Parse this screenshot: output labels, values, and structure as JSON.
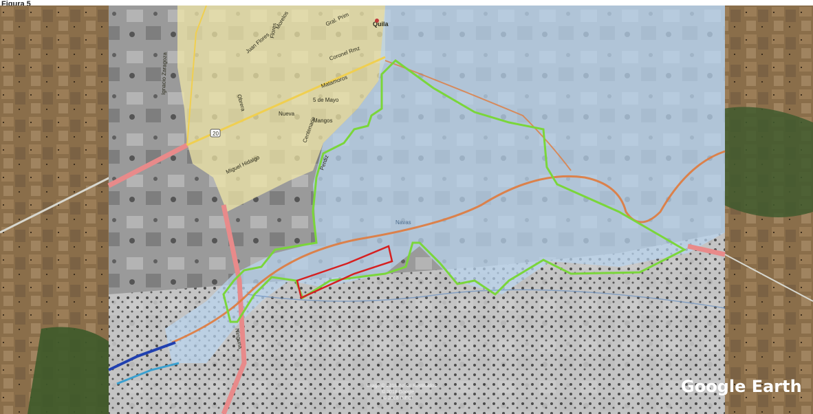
{
  "figure_caption": "Figura 5",
  "map": {
    "town_label": "Quila",
    "river_label": "Navas",
    "highway_shield": "20",
    "streets": [
      "Ignacio Zaragoza",
      "Perdiz",
      "5 de Mayo",
      "Matamoros",
      "Gral. Prim",
      "Coronel Rmz",
      "Morelos",
      "Centenario",
      "Obrera",
      "Nueva",
      "Mangos",
      "Miguel Hidalgo",
      "Juan Flores",
      "Flores",
      "Ninguna"
    ],
    "legend_colors": {
      "study_area": "#7ad63a",
      "site_polygon": "#d62020",
      "river_line": "#e07a3c",
      "flood_zone": "#b8d4ee",
      "urban_zone": "#f3e9a8",
      "road": "#e88a8a"
    }
  },
  "attribution": {
    "line1": "Image © 2018 INEGI Restituidos",
    "line2": "© 2018 Google",
    "line3": "© 2018 INEGI"
  },
  "logo_text": "Google Earth"
}
